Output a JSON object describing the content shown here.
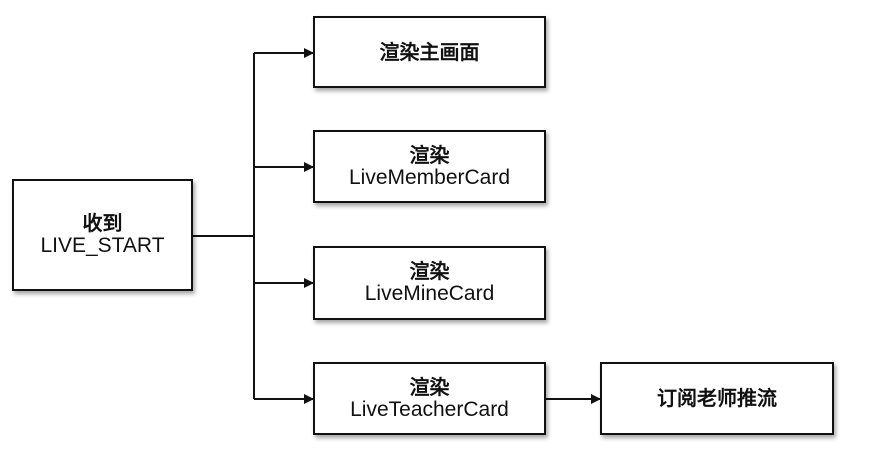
{
  "diagram": {
    "nodes": {
      "start": {
        "line1": "收到",
        "line2": "LIVE_START"
      },
      "main": {
        "line1": "渲染主画面"
      },
      "member": {
        "line1": "渲染",
        "line2": "LiveMemberCard"
      },
      "mine": {
        "line1": "渲染",
        "line2": "LiveMineCard"
      },
      "teacher": {
        "line1": "渲染",
        "line2": "LiveTeacherCard"
      },
      "stream": {
        "line1": "订阅老师推流"
      }
    },
    "edges": [
      {
        "from": "start",
        "to": "main"
      },
      {
        "from": "start",
        "to": "member"
      },
      {
        "from": "start",
        "to": "mine"
      },
      {
        "from": "start",
        "to": "teacher"
      },
      {
        "from": "teacher",
        "to": "stream"
      }
    ],
    "line_color": "#111111"
  }
}
